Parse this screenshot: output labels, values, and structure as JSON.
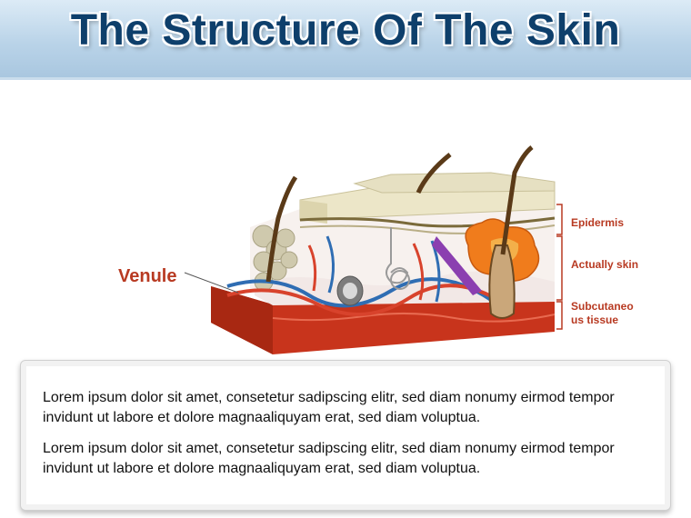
{
  "header": {
    "title": "The Structure Of The Skin"
  },
  "diagram": {
    "callout_label": "Venule",
    "layers": [
      "Epidermis",
      "Actually skin",
      "Subcutaneo",
      "us tissue"
    ]
  },
  "body": {
    "paragraphs": [
      "Lorem ipsum dolor sit amet, consetetur sadipscing elitr, sed diam nonumy eirmod tempor invidunt ut labore et dolore magnaaliquyam erat, sed diam voluptua.",
      "Lorem ipsum dolor sit amet, consetetur sadipscing elitr, sed diam nonumy eirmod tempor invidunt ut labore et dolore magnaaliquyam erat, sed diam voluptua."
    ]
  },
  "colors": {
    "title": "#0e3f6b",
    "label": "#b83a22",
    "muscle": "#c8341c",
    "epidermis": "#ece6c8"
  }
}
